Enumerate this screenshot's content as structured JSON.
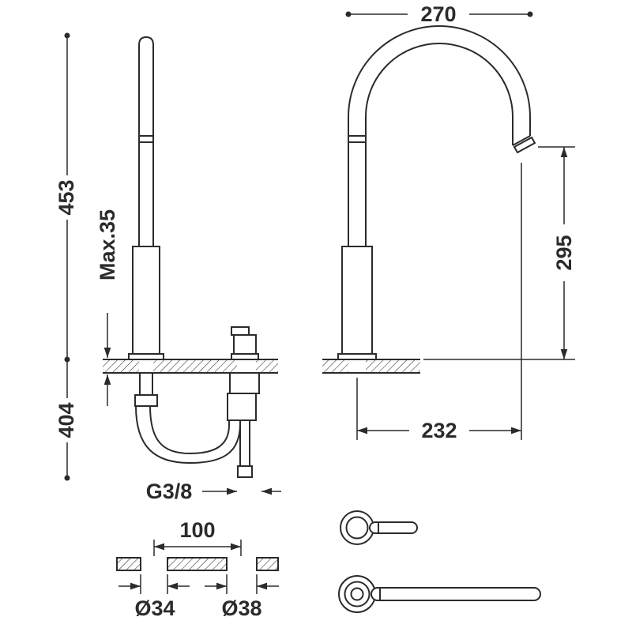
{
  "drawing": {
    "type": "faucet-dimension-drawing",
    "colors": {
      "line": "#2b2b2b",
      "background": "#ffffff"
    },
    "dims": {
      "overall_height": "453",
      "max_deck_thickness": "Max.35",
      "below_counter_length": "404",
      "spout_overall_width": "270",
      "outlet_height": "295",
      "spout_reach": "232",
      "hose_thread": "G3/8",
      "hole_spacing": "100",
      "hole_dia_1": "Ø34",
      "hole_dia_2": "Ø38"
    }
  }
}
